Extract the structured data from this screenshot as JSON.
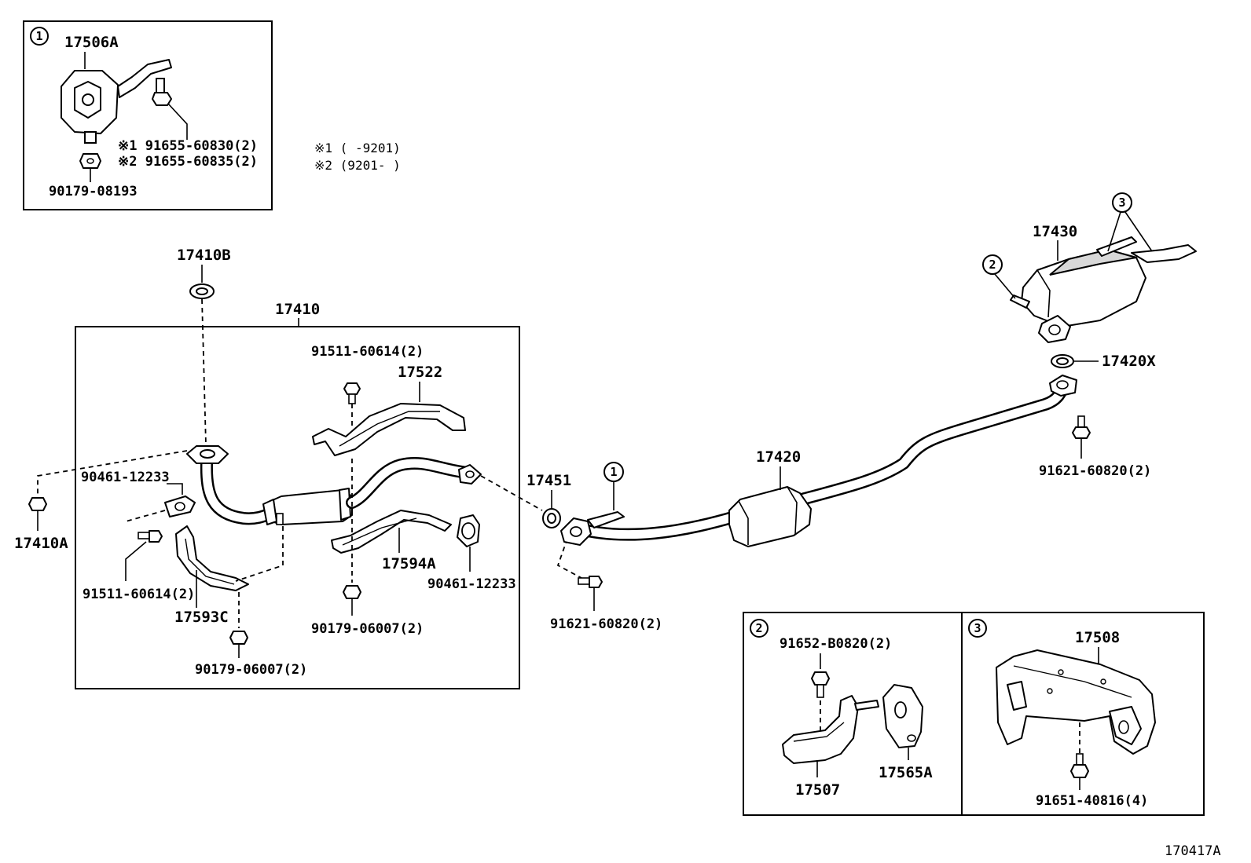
{
  "figure_code": "170417A",
  "notes": {
    "note1": "※1 (      -9201)",
    "note2": "※2 (9201-      )"
  },
  "inset1": {
    "number": "1",
    "labels": {
      "hanger": "17506A",
      "bolt1": "※1 91655-60830(2)",
      "bolt2": "※2 91655-60835(2)",
      "nut": "90179-08193"
    }
  },
  "main_box": {
    "title": "17410",
    "labels": {
      "bolt_top": "91511-60614(2)",
      "heat_insulator_upper": "17522",
      "clamp_left": "90461-12233",
      "bolt_left": "91511-60614(2)",
      "insulator_lower_left": "17593C",
      "nut_lower_left": "90179-06007(2)",
      "insulator_lower_right": "17594A",
      "clamp_right": "90461-12233",
      "nut_lower_mid": "90179-06007(2)"
    }
  },
  "outside_labels": {
    "gasket_top": "17410B",
    "nut_left": "17410A",
    "gasket_mid": "17451",
    "bolt_mid": "91621-60820(2)",
    "center_pipe": "17420",
    "tail_pipe": "17430",
    "gasket_rear": "17420X",
    "bolt_rear": "91621-60820(2)"
  },
  "callouts": {
    "c1": "1",
    "c2": "2",
    "c3": "3"
  },
  "inset2": {
    "number": "2",
    "labels": {
      "bolt": "91652-B0820(2)",
      "bracket": "17507",
      "hanger": "17565A"
    }
  },
  "inset3": {
    "number": "3",
    "labels": {
      "bracket": "17508",
      "bolt": "91651-40816(4)"
    }
  }
}
